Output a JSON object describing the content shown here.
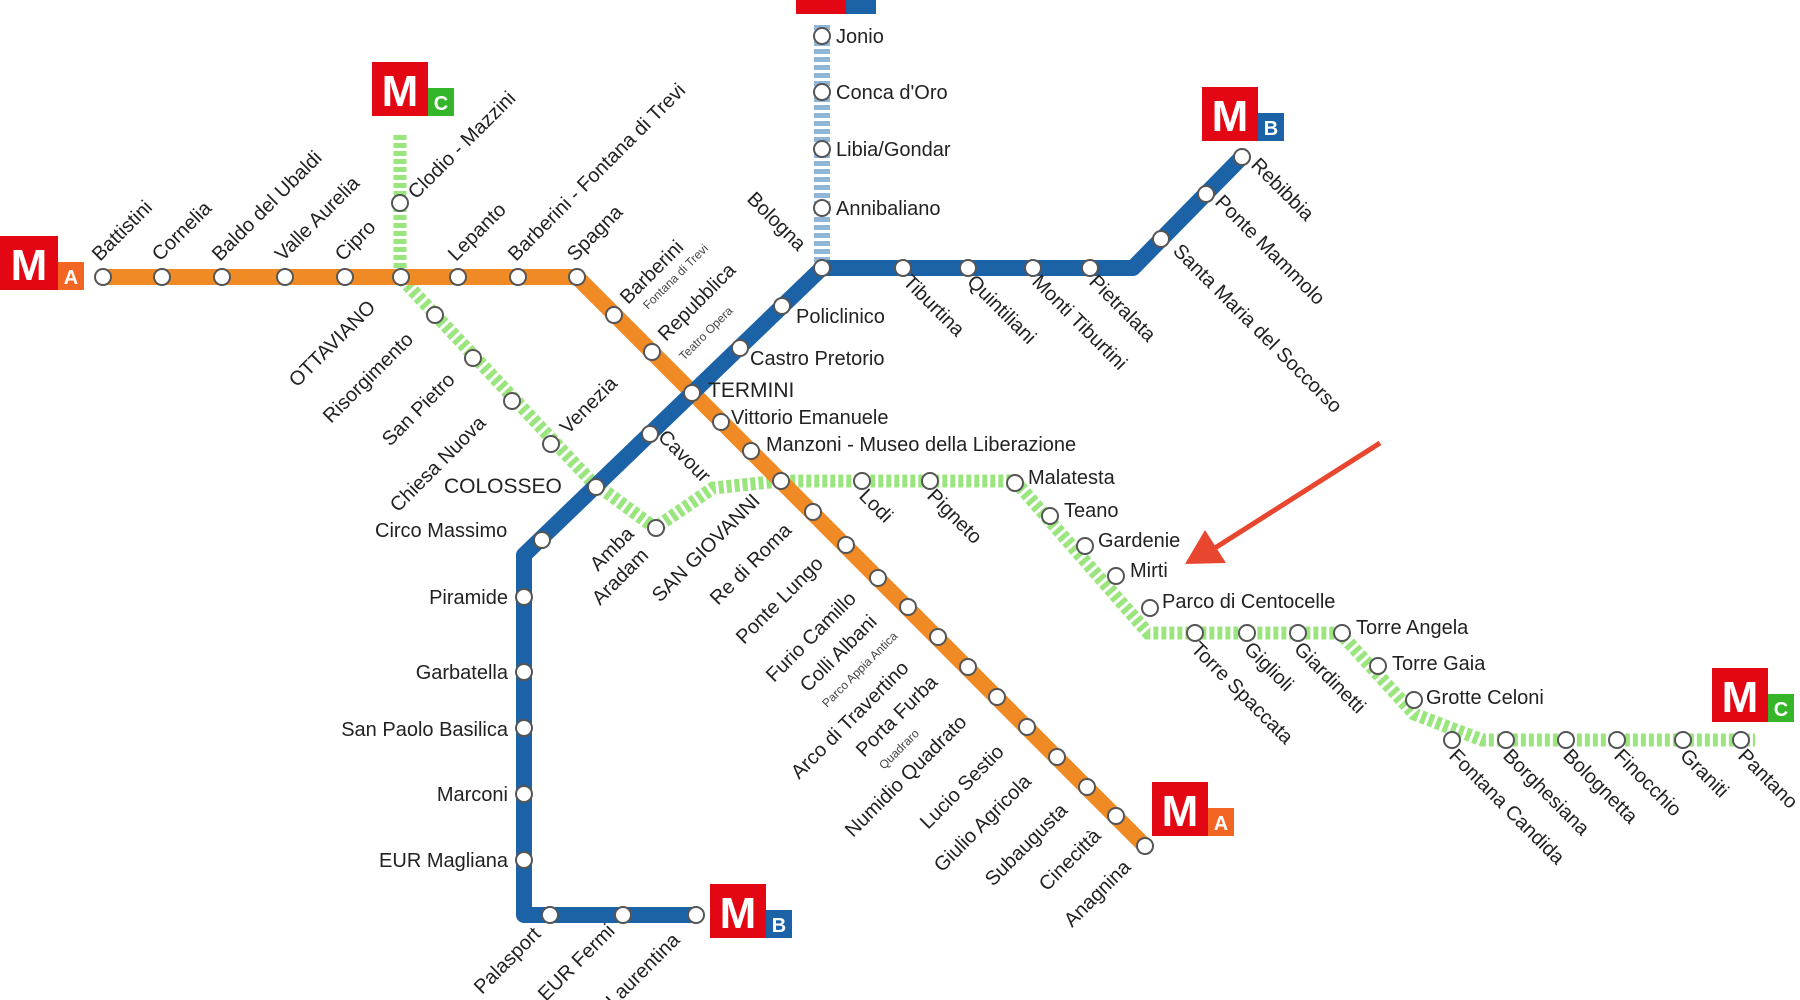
{
  "lines": {
    "A": {
      "color": "#f08a24"
    },
    "B": {
      "color": "#1b63a6"
    },
    "B1": {
      "color": "#8fb6d6"
    },
    "C": {
      "color": "#9be57f"
    }
  },
  "logos": {
    "m_letter": "M",
    "m_color": "#e30613",
    "line_a_letter": "A",
    "line_a_color": "#f26522",
    "line_b_letter": "B",
    "line_b_color": "#1b63a6",
    "line_c_letter": "C",
    "line_c_color": "#35b529"
  },
  "stations": {
    "battistini": "Battistini",
    "cornelia": "Cornelia",
    "baldo_del_ubaldi": "Baldo del Ubaldi",
    "valle_aurelia": "Valle Aurelia",
    "cipro": "Cipro",
    "clodio_mazzini": "Clodio - Mazzini",
    "lepanto": "Lepanto",
    "barberini_fontana": "Barberini - Fontana di Trevi",
    "spagna": "Spagna",
    "ottaviano": "OTTAVIANO",
    "barberini": "Barberini",
    "barberini_sub": "Fontana di Trevi",
    "repubblica": "Repubblica",
    "repubblica_sub": "Teatro Opera",
    "termini": "TERMINI",
    "vittorio_emanuele": "Vittorio Emanuele",
    "manzoni": "Manzoni - Museo della Liberazione",
    "san_giovanni": "SAN GIOVANNI",
    "re_di_roma": "Re di Roma",
    "ponte_lungo": "Ponte Lungo",
    "furio_camillo": "Furio Camillo",
    "colli_albani": "Colli Albani",
    "colli_albani_sub": "Parco Appia Antica",
    "arco_di_travertino": "Arco di Travertino",
    "porta_furba": "Porta Furba",
    "porta_furba_sub": "Quadraro",
    "numidio_quadrato": "Numidio Quadrato",
    "lucio_sestio": "Lucio Sestio",
    "giulio_agricola": "Giulio Agricola",
    "subaugusta": "Subaugusta",
    "cinecitta": "Cinecittà",
    "anagnina": "Anagnina",
    "jonio": "Jonio",
    "conca_d_oro": "Conca d'Oro",
    "libia_gondar": "Libia/Gondar",
    "annibaliano": "Annibaliano",
    "bologna": "Bologna",
    "policlinico": "Policlinico",
    "castro_pretorio": "Castro Pretorio",
    "cavour": "Cavour",
    "colosseo": "COLOSSEO",
    "circo_massimo": "Circo Massimo",
    "piramide": "Piramide",
    "garbatella": "Garbatella",
    "san_paolo": "San Paolo Basilica",
    "marconi": "Marconi",
    "eur_magliana": "EUR Magliana",
    "palasport": "Palasport",
    "eur_fermi": "EUR Fermi",
    "laurentina": "Laurentina",
    "tiburtina": "Tiburtina",
    "quintiliani": "Quintiliani",
    "monti_tiburtini": "Monti Tiburtini",
    "pietralata": "Pietralata",
    "santa_maria": "Santa Maria del Soccorso",
    "ponte_mammolo": "Ponte Mammolo",
    "rebibbia": "Rebibbia",
    "risorgimento": "Risorgimento",
    "san_pietro": "San Pietro",
    "chiesa_nuova": "Chiesa Nuova",
    "venezia": "Venezia",
    "amba_aradam_1": "Amba",
    "amba_aradam_2": "Aradam",
    "lodi": "Lodi",
    "pigneto": "Pigneto",
    "malatesta": "Malatesta",
    "teano": "Teano",
    "gardenie": "Gardenie",
    "mirti": "Mirti",
    "parco_di_centocelle": "Parco di Centocelle",
    "torre_spaccata": "Torre Spaccata",
    "giglioli": "Giglioli",
    "giardinetti": "Giardinetti",
    "torre_angela": "Torre Angela",
    "torre_gaia": "Torre Gaia",
    "grotte_celoni": "Grotte Celoni",
    "fontana_candida": "Fontana Candida",
    "borghesiana": "Borghesiana",
    "bolognetta": "Bolognetta",
    "finocchio": "Finocchio",
    "graniti": "Graniti",
    "pantano": "Pantano"
  },
  "annotation": {
    "arrow_color": "#e8462e"
  }
}
